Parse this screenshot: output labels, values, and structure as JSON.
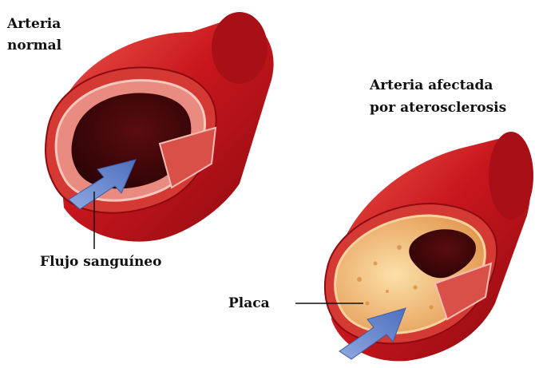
{
  "labels": {
    "normal_artery_line1": "Arteria",
    "normal_artery_line2": "normal",
    "affected_artery_line1": "Arteria afectada",
    "affected_artery_line2": "por aterosclerosis",
    "blood_flow": "Flujo sanguíneo",
    "plaque": "Placa"
  },
  "colors": {
    "artery_outer": "#c0141b",
    "artery_highlight": "#e8473f",
    "lumen": "#3a0608",
    "wall_layer": "#e98b80",
    "plaque": "#f2b56a",
    "arrow": "#6f8fd0"
  },
  "icons": [
    "blood-flow-arrow",
    "plaque-arrow"
  ]
}
